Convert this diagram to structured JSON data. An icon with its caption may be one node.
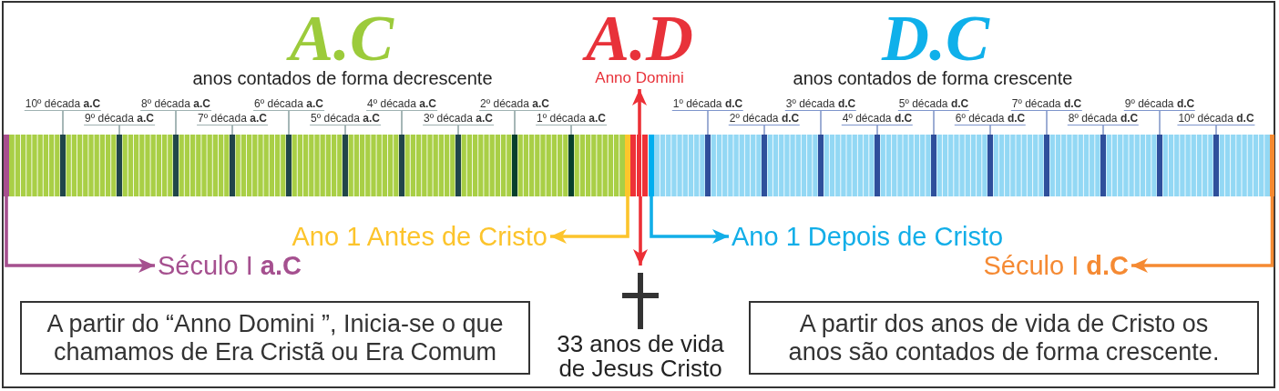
{
  "diagram": {
    "nodes": [
      {
        "text": [
          "A.D",
          "Anno Domini"
        ]
      },
      {
        "text": [
          "10º década **a.C**"
        ]
      },
      {
        "text": [
          "9º década **a.C**"
        ]
      },
      {
        "text": [
          "8º década **a.C**"
        ]
      },
      {
        "text": [
          "7º década **a.C**"
        ]
      },
      {
        "text": [
          "6º década **a.C**"
        ]
      },
      {
        "text": [
          "5º década **a.C**"
        ]
      },
      {
        "text": [
          "4º década **a.C**"
        ]
      },
      {
        "text": [
          "3º década **a.C**"
        ]
      },
      {
        "text": [
          "2º década **a.C**"
        ]
      },
      {
        "text": [
          "1º década **a.C**"
        ]
      },
      {
        "text": [
          "1º década **d.C**"
        ]
      },
      {
        "text": [
          "2º década **d.C**"
        ]
      },
      {
        "text": [
          "3º década **d.C**"
        ]
      },
      {
        "text": [
          "4º década **d.C**"
        ]
      },
      {
        "text": [
          "5º década **d.C**"
        ]
      },
      {
        "text": [
          "6º década **d.C**"
        ]
      },
      {
        "text": [
          "7º década **d.C**"
        ]
      },
      {
        "text": [
          "8º década **d.C**"
        ]
      },
      {
        "text": [
          "9º década **d.C**"
        ]
      },
      {
        "text": [
          "10º década **d.C**"
        ]
      },
      {
        "text": [],
        "shape": "bar"
      },
      {
        "text": [],
        "shape": "bar"
      },
      {
        "text": [],
        "shape": "bar"
      },
      {
        "text": [],
        "shape": "bar"
      },
      {
        "text": [],
        "shape": "bar"
      },
      {
        "text": [],
        "shape": "bar"
      },
      {
        "text": [],
        "shape": "bar"
      },
      {
        "text": [],
        "shape": "bar"
      },
      {
        "text": [],
        "shape": "bar"
      },
      {
        "text": [],
        "shape": "bar"
      },
      {
        "text": [],
        "shape": "bar"
      },
      {
        "text": [],
        "shape": "bar"
      },
      {
        "text": [],
        "shape": "bar"
      },
      {
        "text": [],
        "shape": "bar"
      },
      {
        "text": [],
        "shape": "bar"
      },
      {
        "text": [],
        "shape": "bar"
      },
      {
        "text": [],
        "shape": "bar"
      },
      {
        "text": [],
        "shape": "bar"
      },
      {
        "text": [],
        "shape": "bar"
      },
      {
        "text": [],
        "shape": "bar"
      },
      {
        "text": [],
        "shape": "bar"
      },
      {
        "text": [],
        "shape": "bar"
      },
      {
        "text": [],
        "shape": "bar"
      },
      {
        "text": [],
        "shape": "bar"
      },
      {
        "text": [],
        "shape": "bar"
      },
      {
        "text": [
          "Ano 1 Antes de Cristo"
        ]
      },
      {
        "text": [
          "Ano 1 Depois de Cristo"
        ]
      },
      {
        "text": [
          "Século I **a.C**"
        ]
      },
      {
        "text": [
          "Século I **d.C**"
        ]
      },
      {
        "text": [
          "A partir do “Anno Domini ”, Inicia-se o que chamamos de Era Cristã ou Era Comum"
        ]
      },
      {
        "text": [],
        "shape": "cross",
        "beside": [
          "33 anos de vida de Jesus Cristo"
        ]
      },
      {
        "text": [
          "A partir dos anos de vida de Cristo os anos são contados de forma crescente."
        ]
      }
    ],
    "edges": [
      {
        "from": 1,
        "to": 22,
        "arrow": "none",
        "color": "#4d6f6f"
      },
      {
        "from": 2,
        "to": 23,
        "arrow": "none",
        "color": "#4d6f6f"
      },
      {
        "from": 3,
        "to": 24,
        "arrow": "none",
        "color": "#4d6f6f"
      },
      {
        "from": 4,
        "to": 25,
        "arrow": "none",
        "color": "#4d6f6f"
      },
      {
        "from": 5,
        "to": 26,
        "arrow": "none",
        "color": "#4d6f6f"
      },
      {
        "from": 6,
        "to": 27,
        "arrow": "none",
        "color": "#4d6f6f"
      },
      {
        "from": 7,
        "to": 28,
        "arrow": "none",
        "color": "#4d6f6f"
      },
      {
        "from": 8,
        "to": 29,
        "arrow": "none",
        "color": "#4d6f6f"
      },
      {
        "from": 9,
        "to": 30,
        "arrow": "none",
        "color": "#4d6f6f"
      },
      {
        "from": 10,
        "to": 31,
        "arrow": "none",
        "color": "#4d6f6f"
      },
      {
        "from": 11,
        "to": 35,
        "arrow": "none",
        "color": "#3d5da9"
      },
      {
        "from": 12,
        "to": 36,
        "arrow": "none",
        "color": "#3d5da9"
      },
      {
        "from": 13,
        "to": 37,
        "arrow": "none",
        "color": "#3d5da9"
      },
      {
        "from": 14,
        "to": 38,
        "arrow": "none",
        "color": "#3d5da9"
      },
      {
        "from": 15,
        "to": 39,
        "arrow": "none",
        "color": "#3d5da9"
      },
      {
        "from": 16,
        "to": 40,
        "arrow": "none",
        "color": "#3d5da9"
      },
      {
        "from": 17,
        "to": 41,
        "arrow": "none",
        "color": "#3d5da9"
      },
      {
        "from": 18,
        "to": 42,
        "arrow": "none",
        "color": "#3d5da9"
      },
      {
        "from": 19,
        "to": 43,
        "arrow": "none",
        "color": "#3d5da9"
      },
      {
        "from": 20,
        "to": 44,
        "arrow": "none",
        "color": "#3d5da9"
      },
      {
        "from": 21,
        "to": 48,
        "arrow": "to",
        "style": "thick",
        "color": "#a5508f"
      },
      {
        "from": 32,
        "to": 46,
        "arrow": "to",
        "style": "thick",
        "color": "#fcc42c"
      },
      {
        "from": 33,
        "to": 0,
        "arrow": "to",
        "style": "thick",
        "color": "#ec2f36"
      },
      {
        "from": 33,
        "to": 51,
        "arrow": "to",
        "style": "thick",
        "color": "#ec2f36"
      },
      {
        "from": 34,
        "to": 47,
        "arrow": "to",
        "style": "thick",
        "color": "#12aee8"
      },
      {
        "from": 45,
        "to": 49,
        "arrow": "to",
        "style": "thick",
        "color": "#f58a33"
      }
    ],
    "labels": [
      "A.C",
      "anos contados de forma decrescente",
      "D.C",
      "anos contados de forma crescente"
    ]
  }
}
